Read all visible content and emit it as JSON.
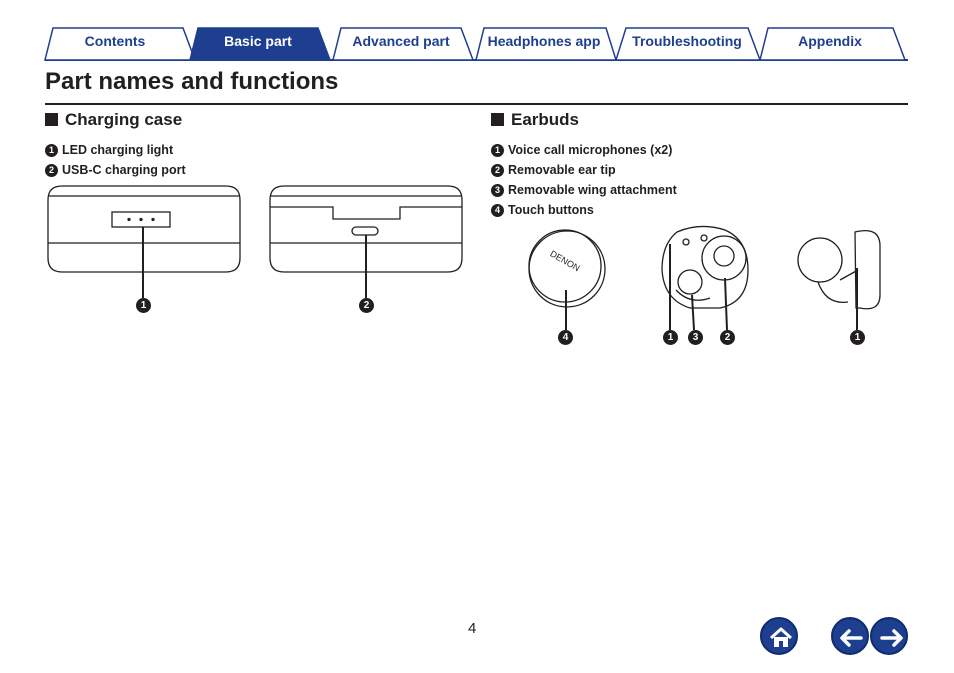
{
  "tabs": [
    {
      "label": "Contents",
      "active": false
    },
    {
      "label": "Basic part",
      "active": true
    },
    {
      "label": "Advanced part",
      "active": false
    },
    {
      "label": "Headphones app",
      "active": false
    },
    {
      "label": "Troubleshooting",
      "active": false
    },
    {
      "label": "Appendix",
      "active": false
    }
  ],
  "page_title": "Part names and functions",
  "charging_case": {
    "heading": "Charging case",
    "items": [
      {
        "num": "1",
        "label": "LED charging light"
      },
      {
        "num": "2",
        "label": "USB-C charging port"
      }
    ],
    "callouts": [
      "1",
      "2"
    ]
  },
  "earbuds": {
    "heading": "Earbuds",
    "items": [
      {
        "num": "1",
        "label": "Voice call microphones (x2)"
      },
      {
        "num": "2",
        "label": "Removable ear tip"
      },
      {
        "num": "3",
        "label": "Removable wing attachment"
      },
      {
        "num": "4",
        "label": "Touch buttons"
      }
    ],
    "brand_text": "DENON",
    "callouts": [
      "4",
      "1",
      "3",
      "2",
      "1"
    ]
  },
  "page_number": "4",
  "nav": {
    "home": "home-icon",
    "back": "arrow-left-icon",
    "forward": "arrow-right-icon"
  },
  "colors": {
    "accent": "#1e3f8f",
    "tab_bg": "#ffffff",
    "text": "#231f20"
  }
}
